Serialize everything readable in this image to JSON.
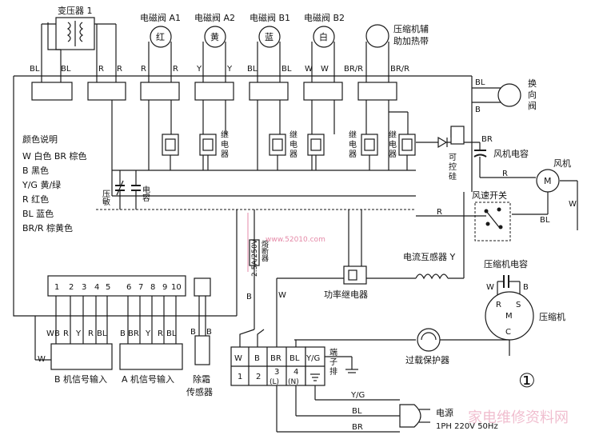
{
  "labels": {
    "transformer": "变压器 1",
    "valve_a1": "电磁阀 A1",
    "valve_a2": "电磁阀 A2",
    "valve_b1": "电磁阀 B1",
    "valve_b2": "电磁阀 B2",
    "comp_heater_1": "压缩机辅",
    "comp_heater_2": "助加热带",
    "lamp_red": "红",
    "lamp_yellow": "黄",
    "lamp_blue": "蓝",
    "lamp_white": "白",
    "reversing_valve_1": "换",
    "reversing_valve_2": "向",
    "reversing_valve_3": "阀",
    "fan": "风机",
    "fan_cap": "风机电容",
    "scr_1": "可",
    "scr_2": "控",
    "scr_3": "硅",
    "fan_speed_switch": "风速开关",
    "current_transformer": "电流互感器 Y",
    "comp_cap": "压缩机电容",
    "compressor": "压缩机",
    "power_relay": "功率继电器",
    "overload": "过载保护器",
    "terminal_block_1": "端",
    "terminal_block_2": "子",
    "terminal_block_3": "排",
    "b_signal": "B 机信号输入",
    "a_signal": "A 机信号输入",
    "defrost_1": "除霜",
    "defrost_2": "传感器",
    "varistor": "压敏",
    "capacitor": "电容",
    "relay_v1": "继",
    "relay_v2": "电",
    "relay_v3": "器",
    "fuse": "2.5A/250V",
    "fuse_label": "熔断器",
    "power_1": "电源",
    "power_2": "1PH 220V 50Hz",
    "figure_num": "①",
    "watermark": "家电维修资料网",
    "watermark_url": "www.52010.com"
  },
  "legend": {
    "title": "颜色说明",
    "items": [
      "W 白色  BR 棕色",
      "B 黑色",
      "Y/G 黄/绿",
      "R 红色",
      "BL 蓝色",
      "BR/R 棕黄色"
    ]
  },
  "wires": {
    "BL": "BL",
    "R": "R",
    "Y": "Y",
    "W": "W",
    "B": "B",
    "BR": "BR",
    "BRR": "BR/R",
    "YG": "Y/G",
    "WB": "WB",
    "L": "L",
    "N": "N"
  },
  "connector_pins": [
    "1",
    "2",
    "3",
    "4",
    "5",
    "6",
    "7",
    "8",
    "9",
    "10"
  ],
  "connector_wires_b": [
    "W",
    "B",
    "R",
    "Y",
    "R",
    "BL"
  ],
  "connector_wires_a": [
    "B",
    "BR",
    "Y",
    "R",
    "BL"
  ],
  "terminal": {
    "top": [
      "W",
      "B",
      "BR",
      "BL",
      "Y/G"
    ],
    "bottom": [
      "1",
      "2",
      "3",
      "4"
    ],
    "sub3": "(L)",
    "sub4": "(N)"
  }
}
